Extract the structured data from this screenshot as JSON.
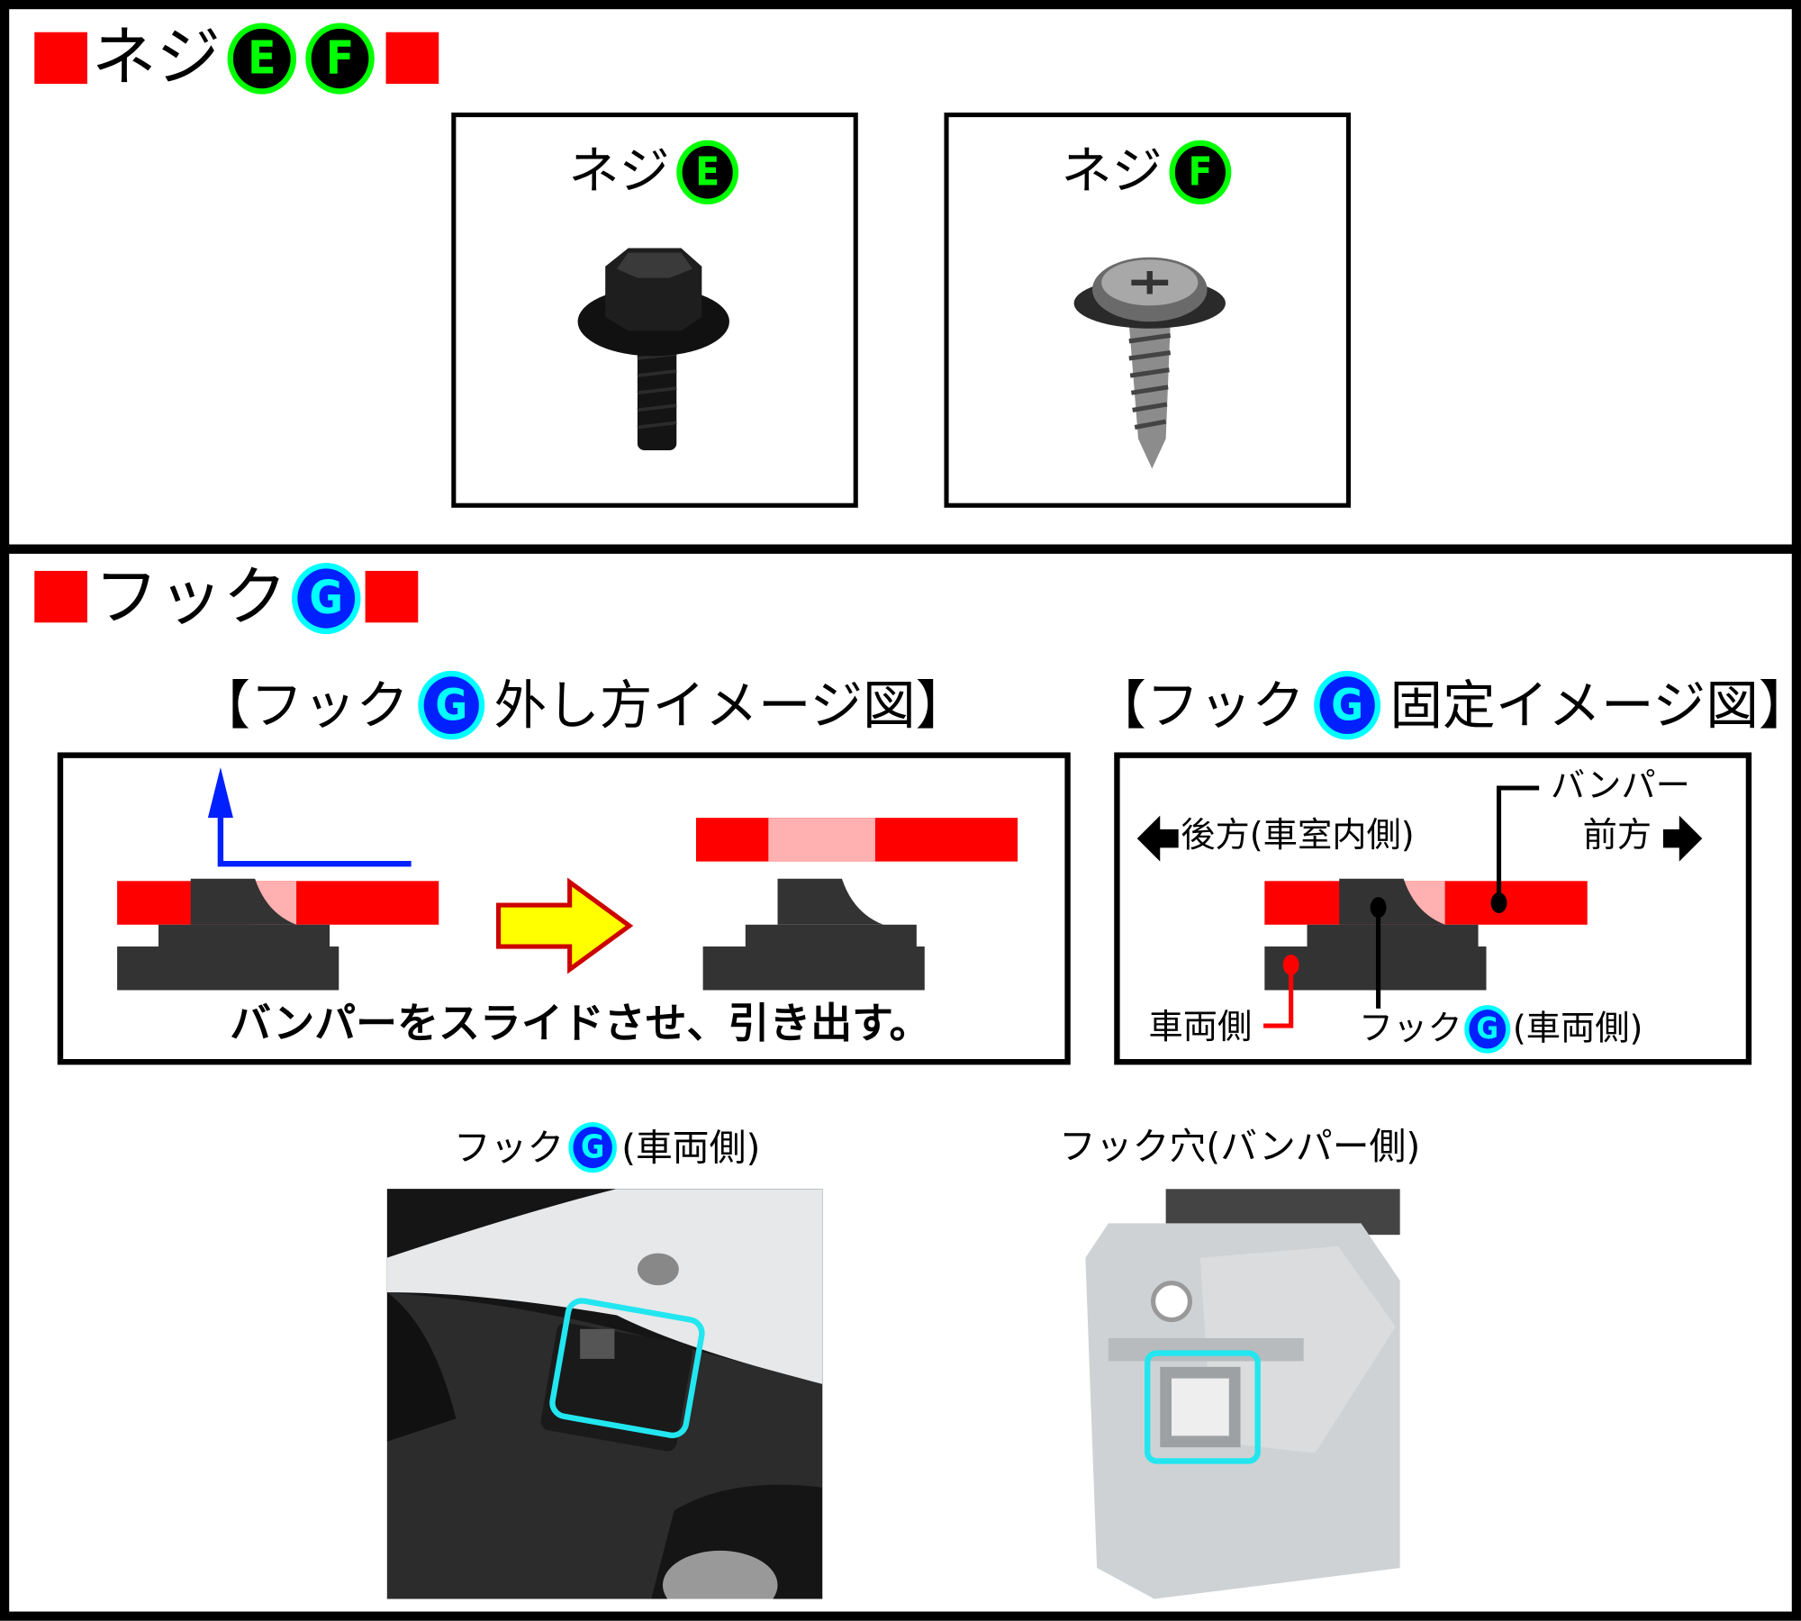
{
  "section_screws": {
    "title": "ネジ",
    "badges": [
      "E",
      "F"
    ],
    "items": [
      {
        "label": "ネジ",
        "badge": "E"
      },
      {
        "label": "ネジ",
        "badge": "F"
      }
    ]
  },
  "section_hook": {
    "title": "フック",
    "badge": "G",
    "removal_diagram": {
      "title_prefix": "【フック",
      "title_suffix": "外し方イメージ図】",
      "caption": "バンパーをスライドさせ、引き出す。"
    },
    "fixing_diagram": {
      "title_prefix": "【フック",
      "title_suffix": "固定イメージ図】",
      "rear_label": "後方(車室内側)",
      "front_label": "前方",
      "bumper_label": "バンパー",
      "vehicle_side_label": "車両側",
      "hook_label_prefix": "フック",
      "hook_label_suffix": "(車両側)"
    },
    "photos": [
      {
        "label_prefix": "フック",
        "label_suffix": "(車両側)"
      },
      {
        "label": "フック穴(バンパー側)"
      }
    ]
  },
  "colors": {
    "red": "#ff0000",
    "pink": "#ffb0b0",
    "hook": "#333333",
    "green": "#00ff00",
    "blue": "#0020ff",
    "cyan": "#00ffff",
    "arrow_yellow": "#ffff00"
  }
}
